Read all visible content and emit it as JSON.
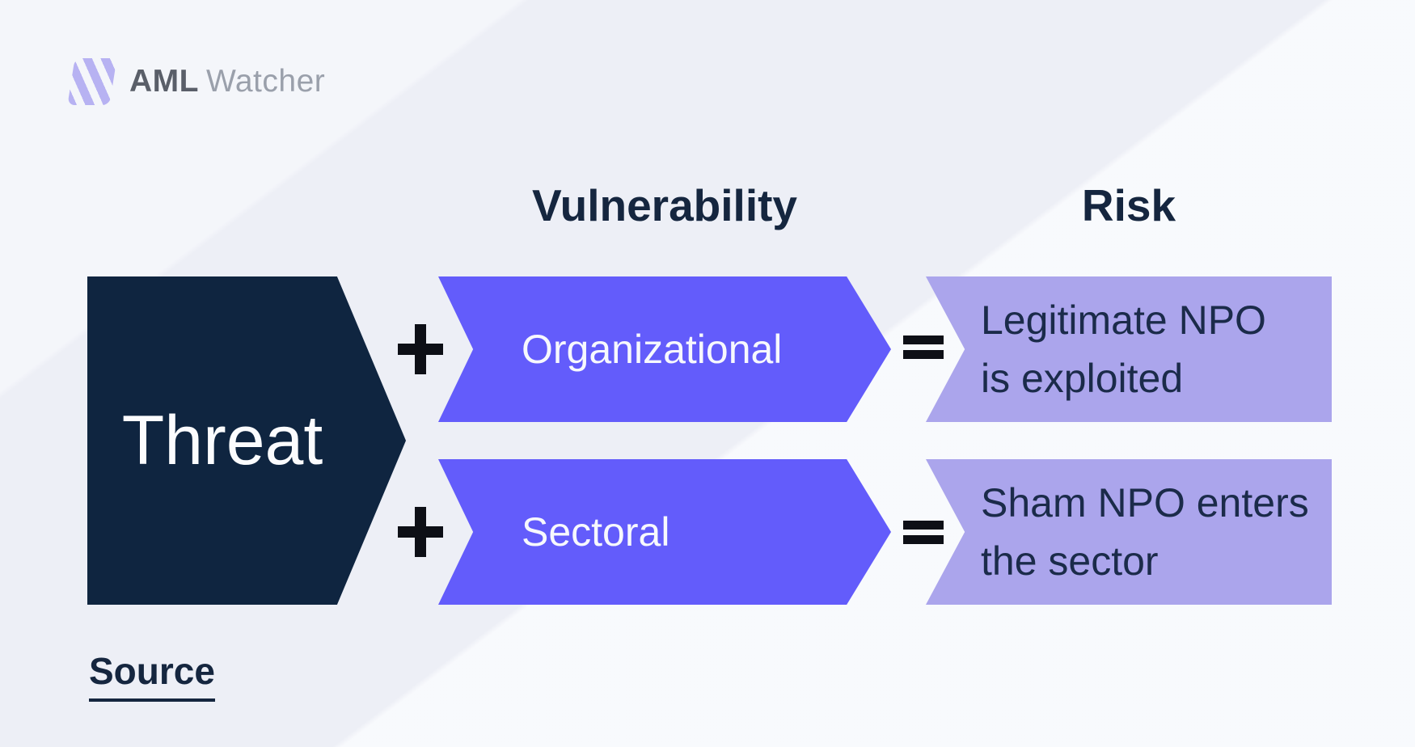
{
  "brand": {
    "name_bold": "AML",
    "name_light": "Watcher",
    "icon": "striped-parallelogram-logo"
  },
  "column_headings": {
    "vulnerability": "Vulnerability",
    "risk": "Risk"
  },
  "threat_label": "Threat",
  "rows": [
    {
      "plus": "+",
      "vulnerability": "Organizational",
      "equals": "=",
      "risk_line1": "Legitimate NPO",
      "risk_line2": "is exploited"
    },
    {
      "plus": "+",
      "vulnerability": "Sectoral",
      "equals": "=",
      "risk_line1": "Sham NPO enters",
      "risk_line2": "the sector"
    }
  ],
  "source_label": "Source",
  "colors": {
    "background": "#edeff6",
    "threat_navy": "#0f2540",
    "vulnerability_purple": "#635cfb",
    "risk_lavender": "#aba5ec",
    "heading_text": "#15263f",
    "risk_text": "#1b2b4a",
    "white_text": "#f7f8fd",
    "operator_black": "#0d0f16",
    "logo_bold_gray": "#5a5f69",
    "logo_light_gray": "#9aa0ab",
    "logo_icon_lavender": "#b7b2f2"
  }
}
